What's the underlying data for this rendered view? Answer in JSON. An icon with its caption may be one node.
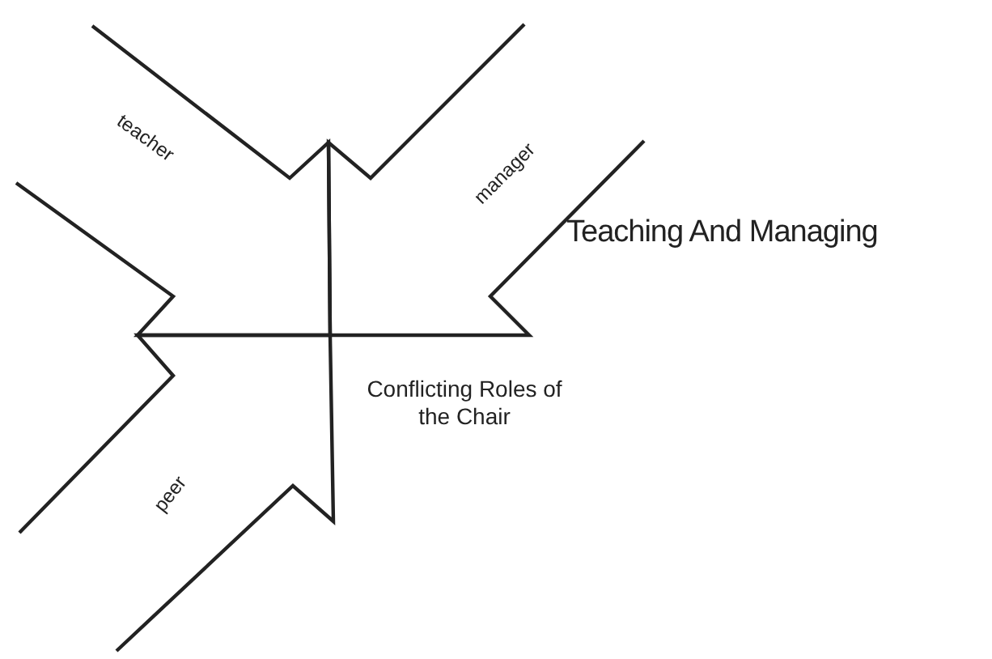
{
  "diagram": {
    "title": "Teaching And Managing",
    "nodes": [
      {
        "text": [
          "teacher"
        ]
      },
      {
        "text": [
          "manager"
        ]
      },
      {
        "text": [
          "peer"
        ]
      }
    ],
    "labels": [
      "Conflicting Roles of the Chair"
    ]
  }
}
